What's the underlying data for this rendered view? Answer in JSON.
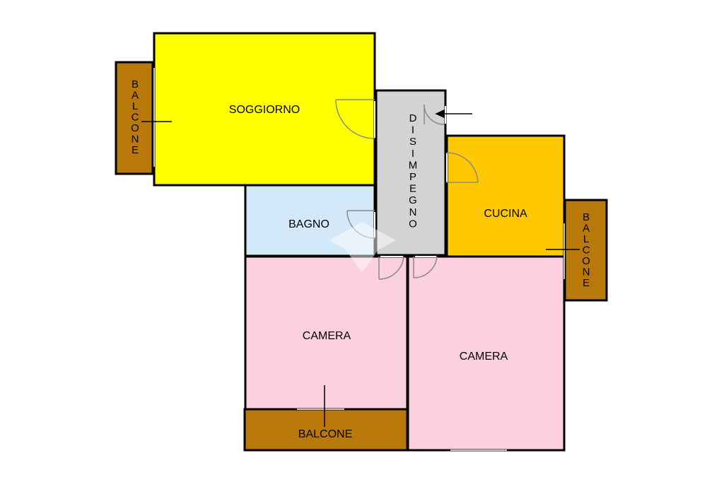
{
  "rooms": {
    "soggiorno": {
      "label": "SOGGIORNO",
      "color": "#ffff00"
    },
    "disimpegno": {
      "label": "DISIMPEGNO",
      "color": "#d3d3d3"
    },
    "cucina": {
      "label": "CUCINA",
      "color": "#ffc800"
    },
    "bagno": {
      "label": "BAGNO",
      "color": "#d3e8f8"
    },
    "camera_left": {
      "label": "CAMERA",
      "color": "#fcd0dc"
    },
    "camera_right": {
      "label": "CAMERA",
      "color": "#fcd0dc"
    },
    "balcone_left": {
      "label": "BALCONE",
      "color": "#b8780a"
    },
    "balcone_right": {
      "label": "BALCONE",
      "color": "#b8780a"
    },
    "balcone_bottom": {
      "label": "BALCONE",
      "color": "#b8780a"
    }
  }
}
